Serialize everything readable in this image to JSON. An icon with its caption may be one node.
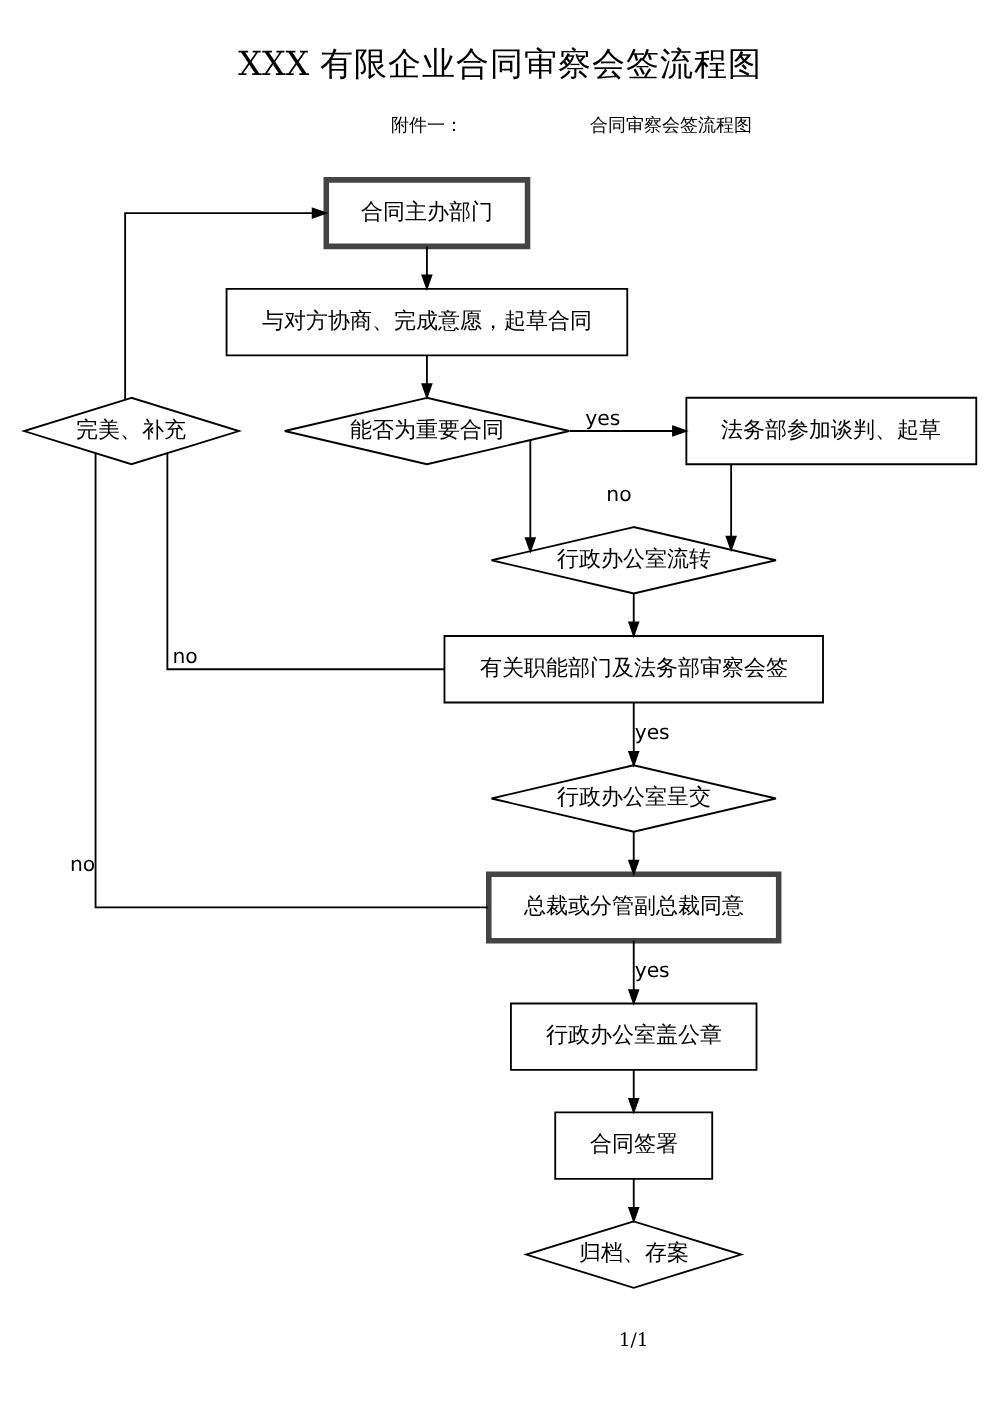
{
  "diagram": {
    "title": "XXX 有限企业合同审察会签流程图",
    "nodes": [
      {
        "text": [
          "合同主办部门"
        ]
      },
      {
        "text": [
          "与对方协商、完成意愿，起草合同"
        ]
      },
      {
        "text": [
          "能否为重要合同"
        ]
      },
      {
        "text": [
          "法务部参加谈判、起草"
        ]
      },
      {
        "text": [
          "行政办公室流转"
        ]
      },
      {
        "text": [
          "有关职能部门及法务部审察会签"
        ]
      },
      {
        "text": [
          "行政办公室呈交"
        ]
      },
      {
        "text": [
          "总裁或分管副总裁同意"
        ]
      },
      {
        "text": [
          "行政办公室盖公章"
        ]
      },
      {
        "text": [
          "合同签署"
        ]
      },
      {
        "text": [
          "归档、存案"
        ]
      },
      {
        "text": [
          "完美、补充"
        ]
      }
    ],
    "edges": [
      {
        "from": 0,
        "to": 1,
        "arrow": "to"
      },
      {
        "from": 1,
        "to": 2,
        "arrow": "to"
      },
      {
        "from": 2,
        "to": 3,
        "arrow": "to",
        "label": "yes"
      },
      {
        "from": 2,
        "to": 4,
        "arrow": "to",
        "label": "no"
      },
      {
        "from": 3,
        "to": 4,
        "arrow": "to"
      },
      {
        "from": 4,
        "to": 5,
        "arrow": "to"
      },
      {
        "from": 5,
        "to": 6,
        "arrow": "to",
        "label": "yes"
      },
      {
        "from": 6,
        "to": 7,
        "arrow": "to"
      },
      {
        "from": 7,
        "to": 8,
        "arrow": "to",
        "label": "yes"
      },
      {
        "from": 8,
        "to": 9,
        "arrow": "to"
      },
      {
        "from": 9,
        "to": 10,
        "arrow": "to"
      },
      {
        "from": 5,
        "to": 11,
        "arrow": "none",
        "label": "no"
      },
      {
        "from": 7,
        "to": 11,
        "arrow": "none",
        "label": "no"
      },
      {
        "from": 11,
        "to": 0,
        "arrow": "to"
      }
    ],
    "labels": [
      "合同审察会签流程图",
      "附件一：",
      "1/1"
    ]
  }
}
